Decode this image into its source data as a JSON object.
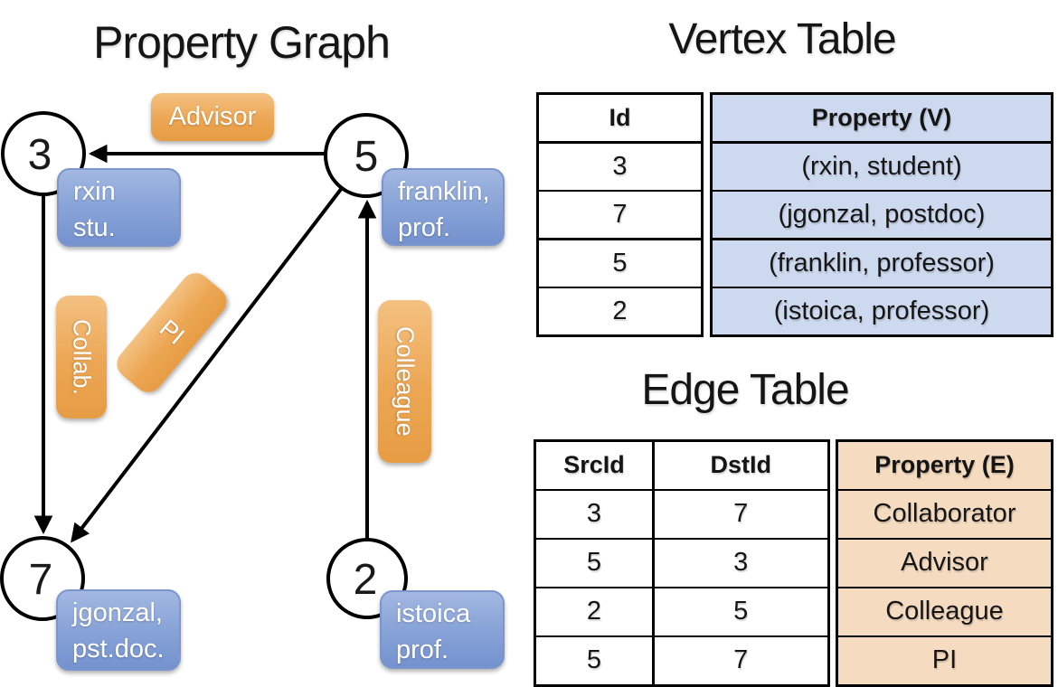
{
  "titles": {
    "graph": "Property Graph",
    "vertex_table": "Vertex Table",
    "edge_table": "Edge Table"
  },
  "graph": {
    "nodes": [
      {
        "id": "3",
        "property": {
          "line1": "rxin",
          "line2": "stu."
        }
      },
      {
        "id": "5",
        "property": {
          "line1": "franklin,",
          "line2": "prof."
        }
      },
      {
        "id": "7",
        "property": {
          "line1": "jgonzal,",
          "line2": "pst.doc."
        }
      },
      {
        "id": "2",
        "property": {
          "line1": "istoica",
          "line2": "prof."
        }
      }
    ],
    "edges": [
      {
        "src": "5",
        "dst": "3",
        "label": "Advisor"
      },
      {
        "src": "3",
        "dst": "7",
        "label": "Collab."
      },
      {
        "src": "5",
        "dst": "7",
        "label": "PI"
      },
      {
        "src": "2",
        "dst": "5",
        "label": "Colleague"
      }
    ]
  },
  "vertex_table": {
    "headers": {
      "id": "Id",
      "property": "Property (V)"
    },
    "rows": [
      {
        "id": "3",
        "property": "(rxin, student)"
      },
      {
        "id": "7",
        "property": "(jgonzal, postdoc)"
      },
      {
        "id": "5",
        "property": "(franklin, professor)"
      },
      {
        "id": "2",
        "property": "(istoica, professor)"
      }
    ]
  },
  "edge_table": {
    "headers": {
      "src": "SrcId",
      "dst": "DstId",
      "property": "Property (E)"
    },
    "rows": [
      {
        "src": "3",
        "dst": "7",
        "property": "Collaborator"
      },
      {
        "src": "5",
        "dst": "3",
        "property": "Advisor"
      },
      {
        "src": "2",
        "dst": "5",
        "property": "Colleague"
      },
      {
        "src": "5",
        "dst": "7",
        "property": "PI"
      }
    ]
  },
  "colors": {
    "edge_label_orange_top": "#f4c181",
    "edge_label_orange_bottom": "#e69c43",
    "vertex_property_blue_top": "#a3b8e2",
    "vertex_property_blue_bottom": "#7492cf",
    "vertex_table_cell_blue": "#cdd9ee",
    "edge_table_cell_tan": "#f5dcc1",
    "node_fill": "#ffffff",
    "line_color": "#000000"
  }
}
